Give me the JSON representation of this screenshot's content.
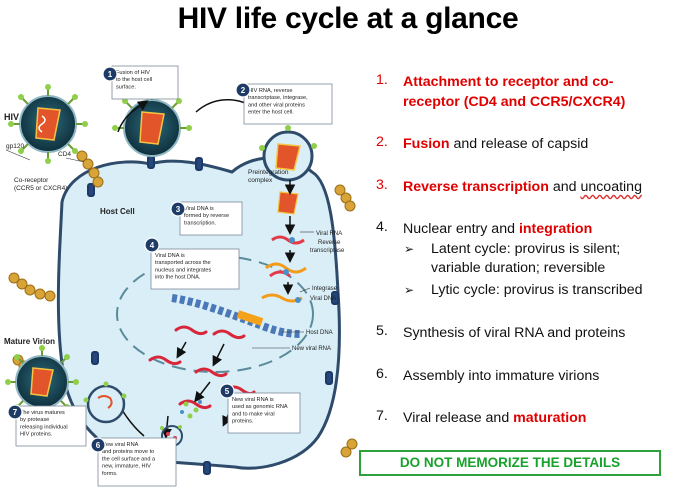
{
  "title": "HIV life cycle at a glance",
  "diagram": {
    "labels": {
      "hiv": "HIV",
      "gp120": "gp120",
      "cd4": "CD4",
      "coreceptor_1": "Co-receptor",
      "coreceptor_2": "(CCR5 or CXCR4)",
      "host_cell": "Host Cell",
      "mature_virion": "Mature Virion",
      "preintegration_1": "Preintegration",
      "preintegration_2": "complex",
      "viral_rna": "Viral RNA",
      "reverse_1": "Reverse",
      "reverse_2": "transcriptase",
      "integrase": "Integrase",
      "viral_dna": "Viral DNA",
      "host_dna": "Host DNA",
      "new_viral_rna": "New viral RNA"
    },
    "steps": [
      {
        "num": "1",
        "lines": [
          "Fusion of  HIV",
          "to the host cell",
          "surface."
        ]
      },
      {
        "num": "2",
        "lines": [
          "HIV RNA, reverse",
          "transcriptase, integrase,",
          "and other viral proteins",
          "enter the host cell."
        ]
      },
      {
        "num": "3",
        "lines": [
          "Viral DNA is",
          "formed by reverse",
          "transcription."
        ]
      },
      {
        "num": "4",
        "lines": [
          "Viral DNA is",
          "transported across the",
          "nucleus and integrates",
          "into the host DNA."
        ]
      },
      {
        "num": "5",
        "lines": [
          "New viral RNA is",
          "used as genomic RNA",
          "and to make viral",
          "proteins."
        ]
      },
      {
        "num": "6",
        "lines": [
          "New viral RNA",
          "and proteins move to",
          "the cell surface and a",
          "new, immature, HIV",
          "forms."
        ]
      },
      {
        "num": "7",
        "lines": [
          "The virus matures",
          "by protease",
          "releasing individual",
          "HIV proteins."
        ]
      }
    ]
  },
  "list": {
    "i1": {
      "num": "1.",
      "line1": "Attachment to receptor and co-",
      "line2": "receptor (CD4 and CCR5/CXCR4)"
    },
    "i2": {
      "num": "2.",
      "em": "Fusion",
      "rest": " and release of capsid"
    },
    "i3": {
      "num": "3.",
      "em": "Reverse transcription",
      "mid": " and ",
      "squig": "uncoating"
    },
    "i4": {
      "num": "4.",
      "pre": "Nuclear entry and ",
      "em": "integration",
      "sub1": {
        "arrow": "➢",
        "line1": "Latent cycle: provirus is silent;",
        "line2": "variable duration; reversible"
      },
      "sub2": {
        "arrow": "➢",
        "text": "Lytic cycle: provirus is transcribed"
      }
    },
    "i5": {
      "num": "5.",
      "text": "Synthesis of viral RNA and proteins"
    },
    "i6": {
      "num": "6.",
      "text": "Assembly into immature virions"
    },
    "i7": {
      "num": "7.",
      "pre": "Viral release and ",
      "em": "maturation"
    }
  },
  "memo": "DO NOT MEMORIZE THE DETAILS",
  "colors": {
    "accent_red": "#e00000",
    "memo_green": "#17a22b",
    "cell_fill": "#d9eef7",
    "cell_stroke": "#2f4b6b"
  }
}
